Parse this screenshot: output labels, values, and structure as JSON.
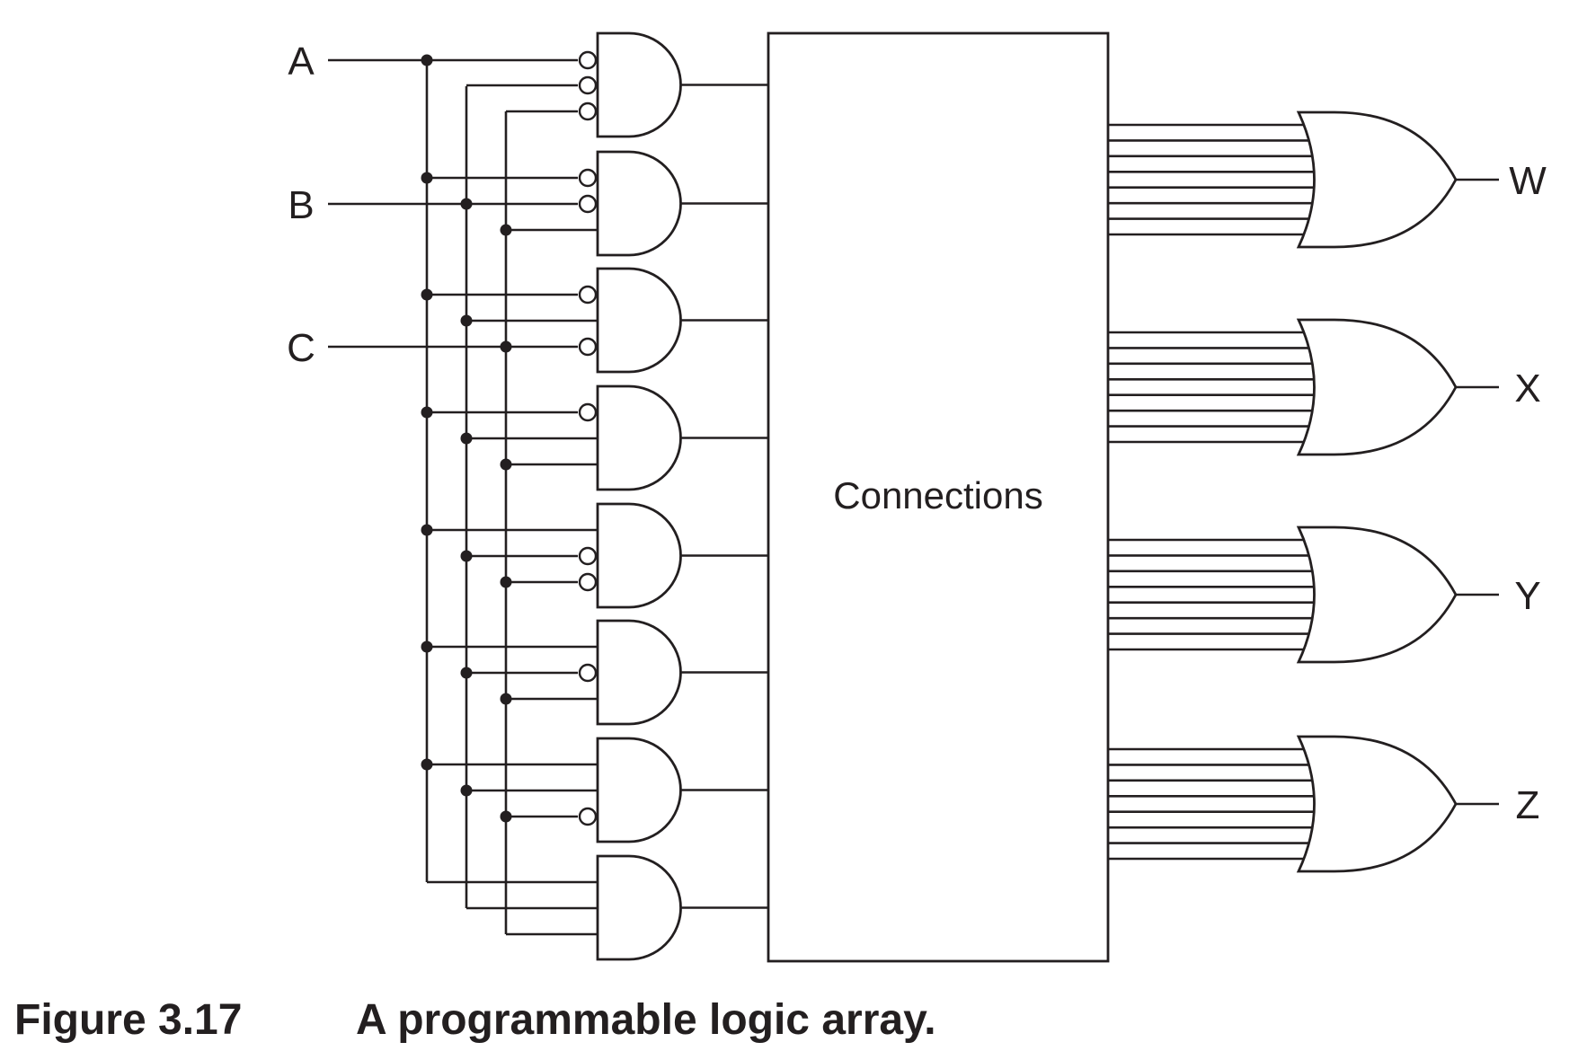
{
  "inputs": [
    "A",
    "B",
    "C"
  ],
  "outputs": [
    "W",
    "X",
    "Y",
    "Z"
  ],
  "box_label": "Connections",
  "and_gates": [
    {
      "inverted": [
        "A",
        "B",
        "C"
      ]
    },
    {
      "inverted": [
        "A",
        "B"
      ]
    },
    {
      "inverted": [
        "A",
        "C"
      ]
    },
    {
      "inverted": [
        "A"
      ]
    },
    {
      "inverted": [
        "B",
        "C"
      ]
    },
    {
      "inverted": [
        "B"
      ]
    },
    {
      "inverted": [
        "C"
      ]
    },
    {
      "inverted": []
    }
  ],
  "or_gate_input_count": 8,
  "caption": {
    "number": "Figure 3.17",
    "text": "A programmable logic array."
  },
  "colors": {
    "line": "#231f20",
    "background": "#ffffff"
  }
}
